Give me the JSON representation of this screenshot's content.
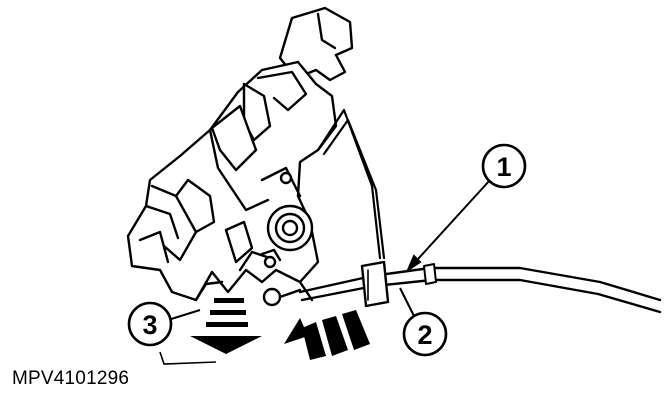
{
  "callouts": [
    {
      "id": "1",
      "label": "1"
    },
    {
      "id": "2",
      "label": "2"
    },
    {
      "id": "3",
      "label": "3"
    }
  ],
  "caption": "MPV4101296",
  "icons": [
    "lock-mechanism-drawing",
    "cable-drawing",
    "pull-arrow-icon",
    "down-arrow-icon"
  ]
}
